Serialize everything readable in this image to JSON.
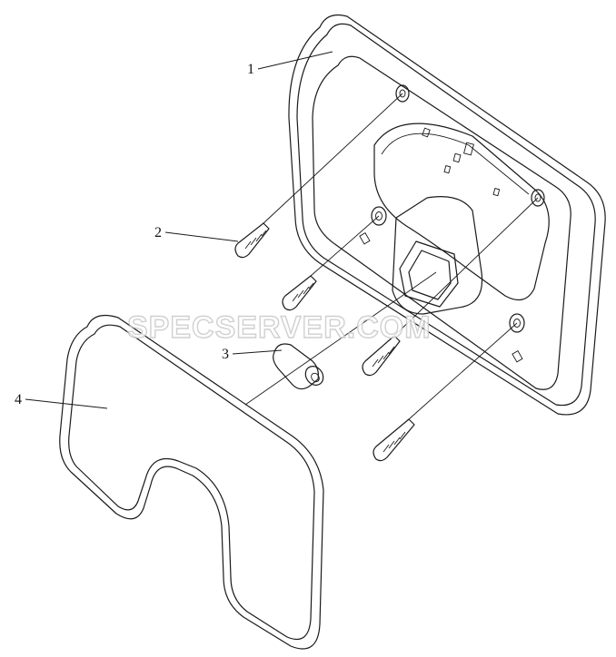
{
  "callouts": [
    {
      "id": "1",
      "label": "1"
    },
    {
      "id": "2",
      "label": "2"
    },
    {
      "id": "3",
      "label": "3"
    },
    {
      "id": "4",
      "label": "4"
    }
  ],
  "watermark": "SPECSERVER.COM",
  "colors": {
    "stroke": "#1a1a1a",
    "background": "#ffffff",
    "watermark": "#c8c8c8"
  }
}
